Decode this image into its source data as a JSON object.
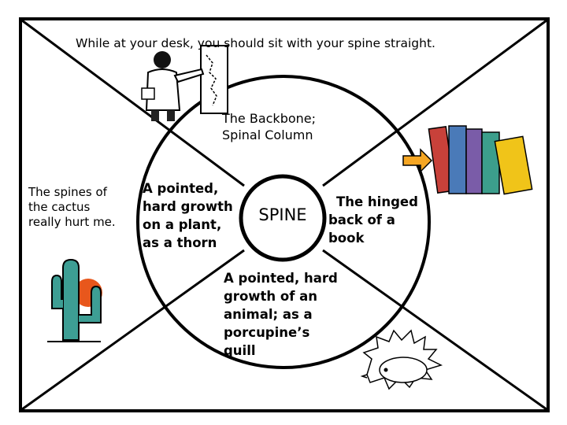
{
  "center_word": "SPINE",
  "top_sentence": "While at your desk, you should sit with your spine straight.",
  "backbone_def": [
    "The Backbone;",
    "Spinal Column"
  ],
  "cactus_sentence": [
    "The spines of",
    "the cactus",
    "really hurt me."
  ],
  "plant_def": [
    "A pointed,",
    "hard growth",
    "on a plant,",
    "as a thorn"
  ],
  "book_def": [
    "The hinged",
    "back of a",
    "book"
  ],
  "animal_def": [
    "A pointed, hard",
    "growth of an",
    "animal; as a",
    "porcupine’s",
    "quill"
  ],
  "colors": {
    "line": "#000000",
    "background": "#ffffff",
    "arrow": "#f5a623",
    "cactus": "#3d9e94",
    "sun": "#e8571c"
  }
}
